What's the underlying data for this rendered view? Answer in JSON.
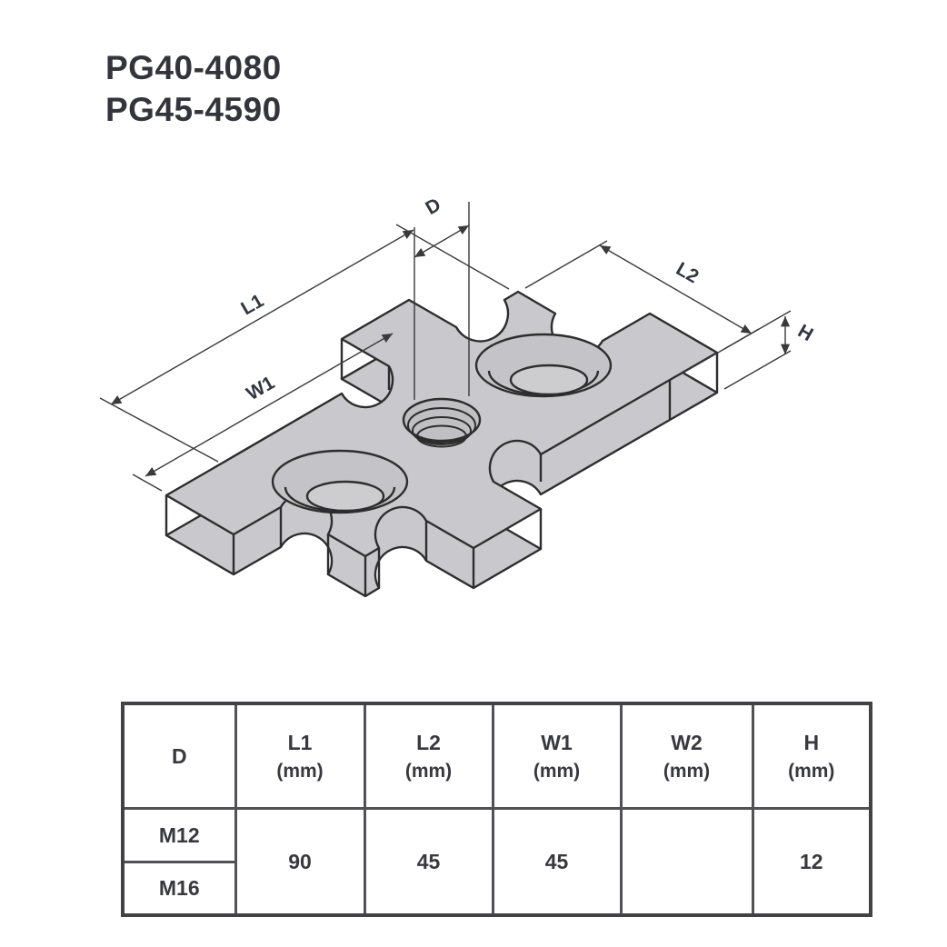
{
  "title": {
    "line1": "PG40-4080",
    "line2": "PG45-4590"
  },
  "drawing": {
    "labels": {
      "d": "D",
      "l1": "L1",
      "w1": "W1",
      "l2": "L2",
      "h": "H"
    }
  },
  "table": {
    "columns": [
      {
        "name": "D",
        "unit": ""
      },
      {
        "name": "L1",
        "unit": "(mm)"
      },
      {
        "name": "L2",
        "unit": "(mm)"
      },
      {
        "name": "W1",
        "unit": "(mm)"
      },
      {
        "name": "W2",
        "unit": "(mm)"
      },
      {
        "name": "H",
        "unit": "(mm)"
      }
    ],
    "thread_sizes": [
      "M12",
      "M16"
    ],
    "values": {
      "l1": "90",
      "l2": "45",
      "w1": "45",
      "w2": "",
      "h": "12"
    }
  },
  "colors": {
    "part_fill": "#c9c9cd",
    "part_outline": "#2d2d2d",
    "dimension_line": "#3a3a3a",
    "table_border": "#515156",
    "table_gray_cell": "#d4d4d8",
    "text": "#38383f"
  }
}
